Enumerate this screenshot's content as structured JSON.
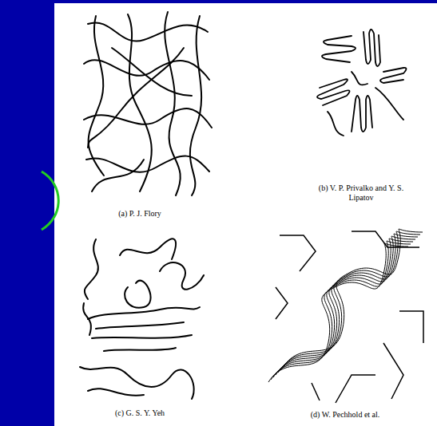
{
  "diagram": {
    "labels": [
      "(a) P. J. Flory",
      "(b) V. P. Privalko and Y. S. Lipatov",
      "(c) G. S. Y. Yeh",
      "(d) W. Pechhold et al."
    ]
  }
}
